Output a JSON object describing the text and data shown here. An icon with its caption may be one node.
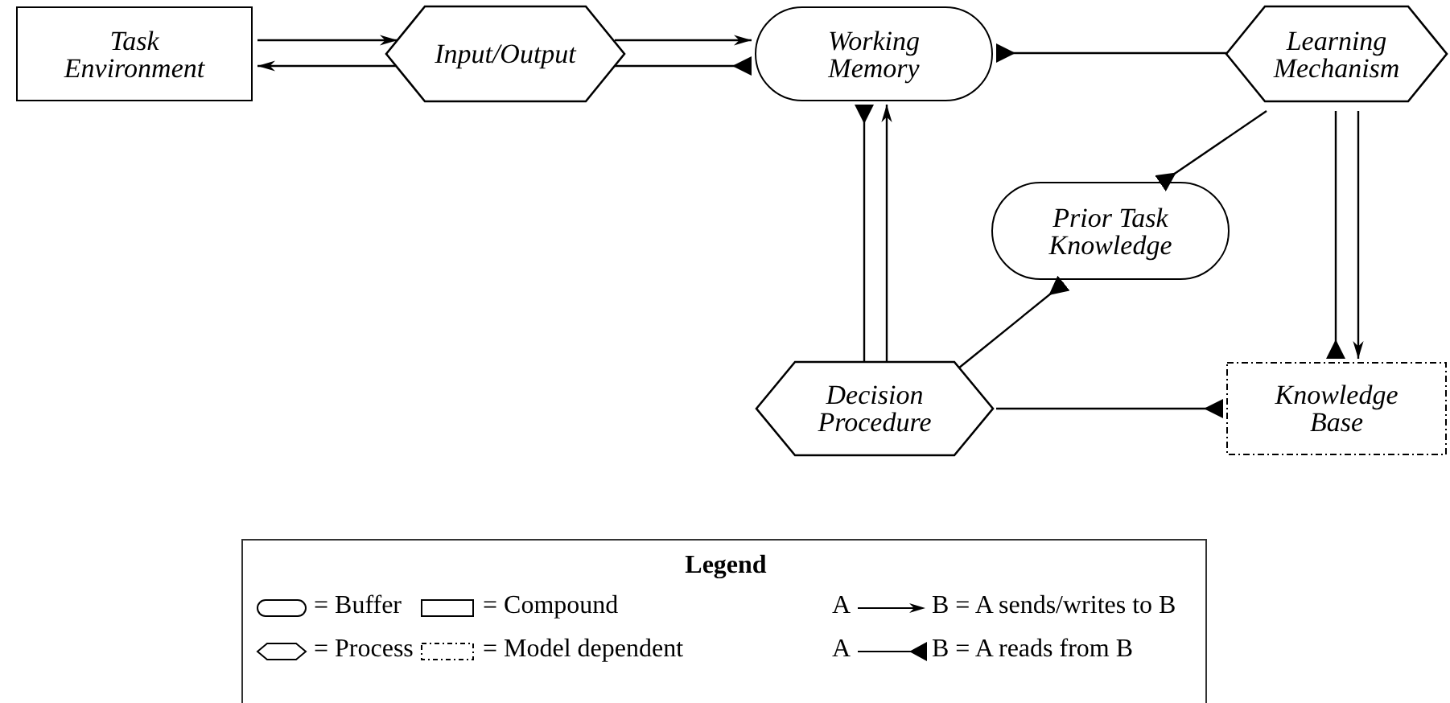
{
  "diagram": {
    "nodes": [
      {
        "text": [
          "Task Environment"
        ]
      },
      {
        "text": [
          "Input/Output"
        ]
      },
      {
        "text": [
          "Working Memory"
        ]
      },
      {
        "text": [
          "Learning Mechanism"
        ]
      },
      {
        "text": [
          "Prior Task Knowledge"
        ]
      },
      {
        "text": [
          "Decision Procedure"
        ]
      },
      {
        "text": [
          "Knowledge Base"
        ]
      }
    ],
    "edges": [
      {
        "from": 0,
        "to": 1,
        "arrow": "to"
      },
      {
        "from": 1,
        "to": 0,
        "arrow": "to"
      },
      {
        "from": 1,
        "to": 2,
        "arrow": "to"
      },
      {
        "from": 1,
        "to": 2,
        "arrow": "other"
      },
      {
        "from": 3,
        "to": 2,
        "arrow": "other"
      },
      {
        "from": 5,
        "to": 2,
        "arrow": "other"
      },
      {
        "from": 5,
        "to": 2,
        "arrow": "to"
      },
      {
        "from": 3,
        "to": 4,
        "arrow": "other"
      },
      {
        "from": 5,
        "to": 4,
        "arrow": "other"
      },
      {
        "from": 3,
        "to": 6,
        "arrow": "other"
      },
      {
        "from": 3,
        "to": 6,
        "arrow": "to"
      },
      {
        "from": 5,
        "to": 6,
        "arrow": "other"
      }
    ],
    "labels": [
      "Legend",
      "A",
      "A"
    ],
    "legend": [
      {
        "text": "= Buffer"
      },
      {
        "text": "= Compound"
      },
      {
        "text": "B = A sends/writes to B"
      },
      {
        "text": "= Process"
      },
      {
        "text": "= Model dependent"
      },
      {
        "text": "B = A reads from B"
      }
    ]
  }
}
